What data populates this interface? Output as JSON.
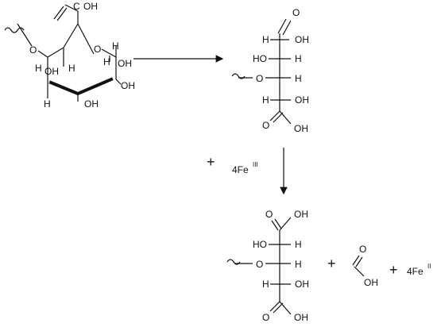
{
  "ring": {
    "carboxyl": "C",
    "carboxyl_tail": "OH",
    "oh_top_right": "OH",
    "oh_left": "OH",
    "oh_bottom": "OH",
    "oh_right": "OH",
    "ring_o": "O",
    "link_o": "O",
    "h_top": "H",
    "h_right": "H",
    "h_left": "H",
    "h_bottom": "H",
    "h_mid": "H"
  },
  "open_chain": {
    "aldehyde_o": "O",
    "rows": [
      {
        "left": "H",
        "right": "OH"
      },
      {
        "left": "HO",
        "right": "H"
      },
      {
        "left": "O",
        "right": "H"
      },
      {
        "left": "H",
        "right": "OH"
      }
    ],
    "acid_o": "O",
    "acid_oh": "OH"
  },
  "reagent": {
    "plus": "+",
    "base": "4Fe",
    "oxidation_state": "III"
  },
  "product": {
    "top_o": "O",
    "top_oh": "OH",
    "rows": [
      {
        "left": "HO",
        "right": "H"
      },
      {
        "left": "O",
        "right": "H"
      },
      {
        "left": "H",
        "right": "OH"
      }
    ],
    "bottom_o": "O",
    "bottom_oh": "OH"
  },
  "byproducts": {
    "plus1": "+",
    "formic_o": "O",
    "formic_oh": "OH",
    "plus2": "+",
    "fe_base": "4Fe",
    "fe_state": "II"
  }
}
